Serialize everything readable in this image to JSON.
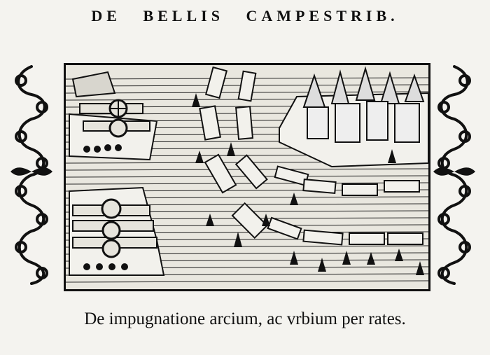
{
  "header": {
    "words": [
      "DE",
      "BELLIS",
      "CAMPESTRIB."
    ]
  },
  "caption": {
    "text": "De impugnatione arcium, ac vrbium per rates."
  }
}
